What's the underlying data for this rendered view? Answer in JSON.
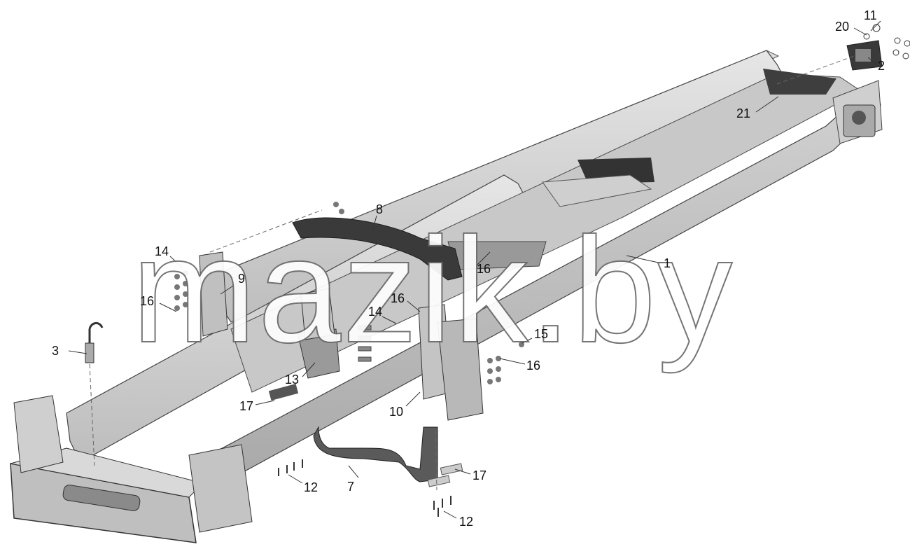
{
  "watermark": {
    "text": "mazik.by"
  },
  "callouts": [
    {
      "id": "c1",
      "label": "1"
    },
    {
      "id": "c2",
      "label": "2"
    },
    {
      "id": "c3",
      "label": "3"
    },
    {
      "id": "c7",
      "label": "7"
    },
    {
      "id": "c8",
      "label": "8"
    },
    {
      "id": "c9",
      "label": "9"
    },
    {
      "id": "c10",
      "label": "10"
    },
    {
      "id": "c11",
      "label": "11"
    },
    {
      "id": "c12a",
      "label": "12"
    },
    {
      "id": "c12b",
      "label": "12"
    },
    {
      "id": "c13",
      "label": "13"
    },
    {
      "id": "c14a",
      "label": "14"
    },
    {
      "id": "c14b",
      "label": "14"
    },
    {
      "id": "c15",
      "label": "15"
    },
    {
      "id": "c16a",
      "label": "16"
    },
    {
      "id": "c16b",
      "label": "16"
    },
    {
      "id": "c16c",
      "label": "16"
    },
    {
      "id": "c16d",
      "label": "16"
    },
    {
      "id": "c17a",
      "label": "17"
    },
    {
      "id": "c17b",
      "label": "17"
    },
    {
      "id": "c20",
      "label": "20"
    },
    {
      "id": "c21",
      "label": "21"
    }
  ],
  "colors": {
    "frame_light": "#d8d8d8",
    "frame_mid": "#b4b4b4",
    "frame_dark": "#4a4a4a",
    "outline": "#333333",
    "watermark_stroke": "#6a6a6a"
  }
}
